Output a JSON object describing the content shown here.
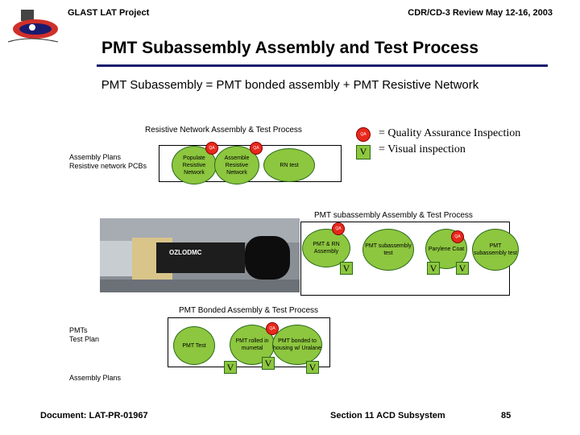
{
  "header": {
    "left": "GLAST LAT Project",
    "right": "CDR/CD-3 Review May 12-16, 2003"
  },
  "title": "PMT Subassembly Assembly and Test Process",
  "subtitle": "PMT Subassembly = PMT bonded assembly + PMT Resistive Network",
  "legend": {
    "qa_symbol": "QA",
    "qa_text": "= Quality Assurance Inspection",
    "vi_symbol": "V",
    "vi_text": "= Visual inspection"
  },
  "resistive_network": {
    "title": "Resistive Network Assembly & Test Process",
    "inputs": "Assembly Plans\nResistive network PCBs",
    "steps": [
      "Populate Resistive Network",
      "Assemble Resistive Network",
      "RN test"
    ]
  },
  "pmt_subassembly": {
    "title": "PMT subassembly Assembly & Test Process",
    "steps": [
      "PMT & RN Assembly",
      "PMT subassembly test",
      "Parylene Coat",
      "PMT subassembly test"
    ]
  },
  "pmt_bonded": {
    "title": "PMT Bonded Assembly & Test Process",
    "inputs_top": "PMTs\nTest Plan",
    "inputs_bottom": "Assembly Plans",
    "steps": [
      "PMT Test",
      "PMT rolled in mumetal",
      "PMT bonded to housing w/ Uralane"
    ]
  },
  "photo_label": "OZLODMC",
  "footer": {
    "document": "Document:  LAT-PR-01967",
    "section": "Section 11 ACD Subsystem",
    "page": "85"
  },
  "colors": {
    "green": "#8dc63f",
    "red": "#e8281c",
    "navy": "#1a1a6e"
  }
}
